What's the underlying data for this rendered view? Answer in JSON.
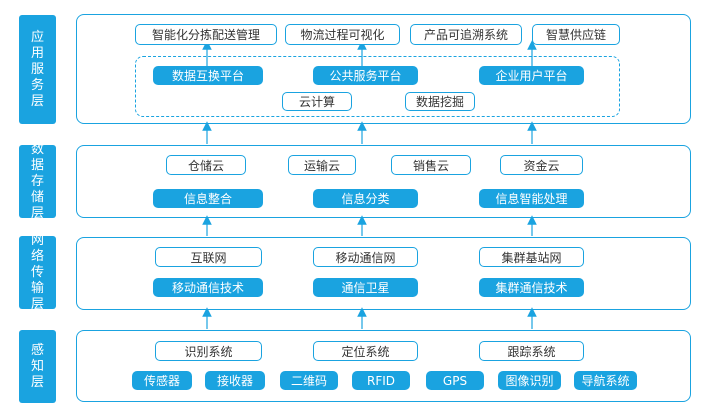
{
  "layers": {
    "app": {
      "label": "应用服务层",
      "top_items": [
        "智能化分拣配送管理",
        "物流过程可视化",
        "产品可追溯系统",
        "智慧供应链"
      ],
      "platforms": [
        "数据互换平台",
        "公共服务平台",
        "企业用户平台"
      ],
      "bottom_items": [
        "云计算",
        "数据挖掘"
      ]
    },
    "data": {
      "label": "数据存储层",
      "clouds": [
        "仓储云",
        "运输云",
        "销售云",
        "资金云"
      ],
      "processing": [
        "信息整合",
        "信息分类",
        "信息智能处理"
      ]
    },
    "network": {
      "label": "网络传输层",
      "nets": [
        "互联网",
        "移动通信网",
        "集群基站网"
      ],
      "tech": [
        "移动通信技术",
        "通信卫星",
        "集群通信技术"
      ]
    },
    "perception": {
      "label": "感知层",
      "systems": [
        "识别系统",
        "定位系统",
        "跟踪系统"
      ],
      "devices": [
        "传感器",
        "接收器",
        "二维码",
        "RFID",
        "GPS",
        "图像识别",
        "导航系统"
      ]
    }
  },
  "colors": {
    "accent": "#1aa3e0"
  }
}
